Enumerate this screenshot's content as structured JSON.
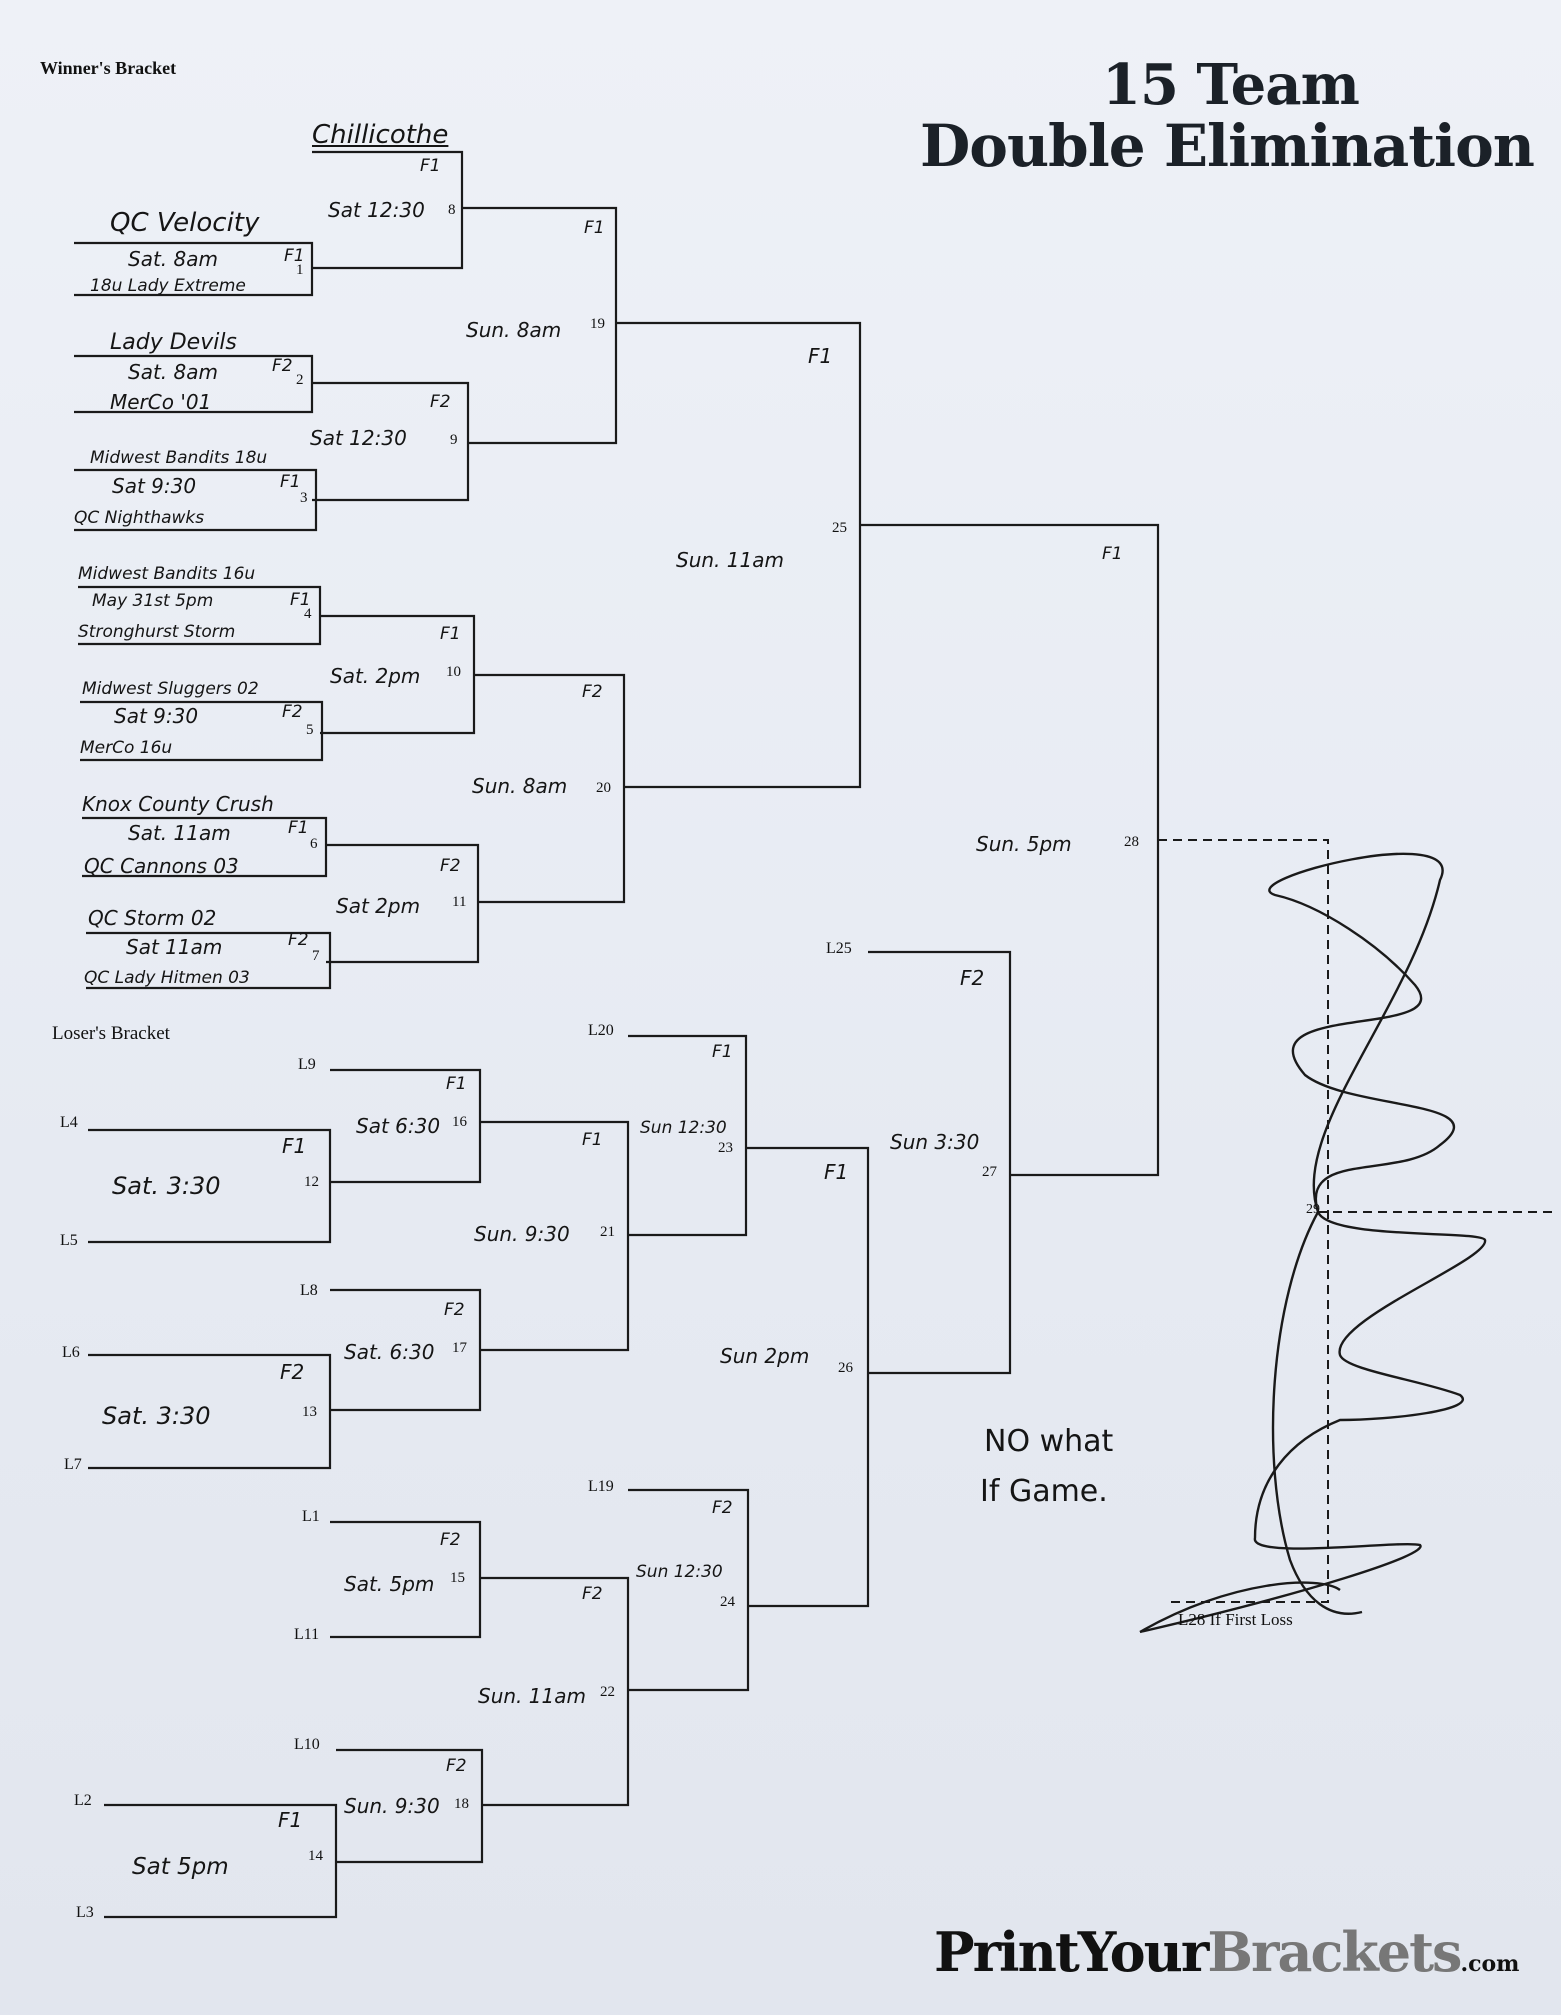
{
  "header": {
    "winners_label": "Winner's Bracket",
    "losers_label": "Loser's Bracket",
    "title_line1": "15 Team",
    "title_line2": "Double Elimination"
  },
  "teams": {
    "t_chillicothe": "Chillicothe",
    "t_qc_velocity": "QC Velocity",
    "t_18u_lady_extreme": "18u Lady Extreme",
    "t_lady_devils": "Lady Devils",
    "t_merco_01": "MerCo '01",
    "t_midwest_bandits_18u": "Midwest Bandits 18u",
    "t_qc_nighthawks": "QC Nighthawks",
    "t_midwest_bandits_16u": "Midwest Bandits 16u",
    "t_stronghurst_storm": "Stronghurst Storm",
    "t_midwest_sluggers_02": "Midwest Sluggers 02",
    "t_merco_16u": "MerCo 16u",
    "t_knox_county_crush": "Knox County Crush",
    "t_qc_cannons_03": "QC Cannons 03",
    "t_qc_storm_02": "QC Storm 02",
    "t_qc_lady_hitmen_03": "QC Lady Hitmen 03"
  },
  "games": {
    "g1_time": "Sat. 8am",
    "g1_field": "F1",
    "g1_num": "1",
    "g2_time": "Sat. 8am",
    "g2_field": "F2",
    "g2_num": "2",
    "g3_time": "Sat 9:30",
    "g3_field": "F1",
    "g3_num": "3",
    "g4_time": "May 31st 5pm",
    "g4_field": "F1",
    "g4_num": "4",
    "g5_time": "Sat 9:30",
    "g5_field": "F2",
    "g5_num": "5",
    "g6_time": "Sat. 11am",
    "g6_field": "F1",
    "g6_num": "6",
    "g7_time": "Sat 11am",
    "g7_field": "F2",
    "g7_num": "7",
    "g8_time": "Sat 12:30",
    "g8_field": "F1",
    "g8_num": "8",
    "g9_time": "Sat 12:30",
    "g9_field": "F2",
    "g9_num": "9",
    "g10_time": "Sat. 2pm",
    "g10_field": "F1",
    "g10_num": "10",
    "g11_time": "Sat 2pm",
    "g11_field": "F2",
    "g11_num": "11",
    "g19_time": "Sun. 8am",
    "g19_field": "F1",
    "g19_num": "19",
    "g20_time": "Sun. 8am",
    "g20_field": "F2",
    "g20_num": "20",
    "g25_time": "Sun. 11am",
    "g25_field": "F1",
    "g25_num": "25",
    "g28_time": "Sun. 5pm",
    "g28_field": "F1",
    "g28_num": "28",
    "g12_time": "Sat. 3:30",
    "g12_field": "F1",
    "g12_num": "12",
    "g13_time": "Sat. 3:30",
    "g13_field": "F2",
    "g13_num": "13",
    "g14_time": "Sat 5pm",
    "g14_field": "F1",
    "g14_num": "14",
    "g15_time": "Sat. 5pm",
    "g15_field": "F2",
    "g15_num": "15",
    "g16_time": "Sat 6:30",
    "g16_field": "F1",
    "g16_num": "16",
    "g17_time": "Sat. 6:30",
    "g17_field": "F2",
    "g17_num": "17",
    "g18_time": "Sun. 9:30",
    "g18_field": "F2",
    "g18_num": "18",
    "g21_time": "Sun. 9:30",
    "g21_field": "F1",
    "g21_num": "21",
    "g22_time": "Sun. 11am",
    "g22_field": "F2",
    "g22_num": "22",
    "g23_time": "Sun 12:30",
    "g23_field": "F1",
    "g23_num": "23",
    "g24_time": "Sun 12:30",
    "g24_field": "F2",
    "g24_num": "24",
    "g26_time": "Sun 2pm",
    "g26_field": "F1",
    "g26_num": "26",
    "g27_time": "Sun 3:30",
    "g27_field": "F2",
    "g27_num": "27",
    "g29_num": "29"
  },
  "loser_slots": {
    "l1": "L1",
    "l2": "L2",
    "l3": "L3",
    "l4": "L4",
    "l5": "L5",
    "l6": "L6",
    "l7": "L7",
    "l8": "L8",
    "l9": "L9",
    "l10": "L10",
    "l11": "L11",
    "l19": "L19",
    "l20": "L20",
    "l25": "L25"
  },
  "notes": {
    "if_game_line1": "NO what",
    "if_game_line2": "If Game.",
    "l28_label": "L28 If First Loss"
  },
  "footer": {
    "logo_part1": "PrintYour",
    "logo_part2": "Brackets",
    "logo_part3": ".com"
  }
}
